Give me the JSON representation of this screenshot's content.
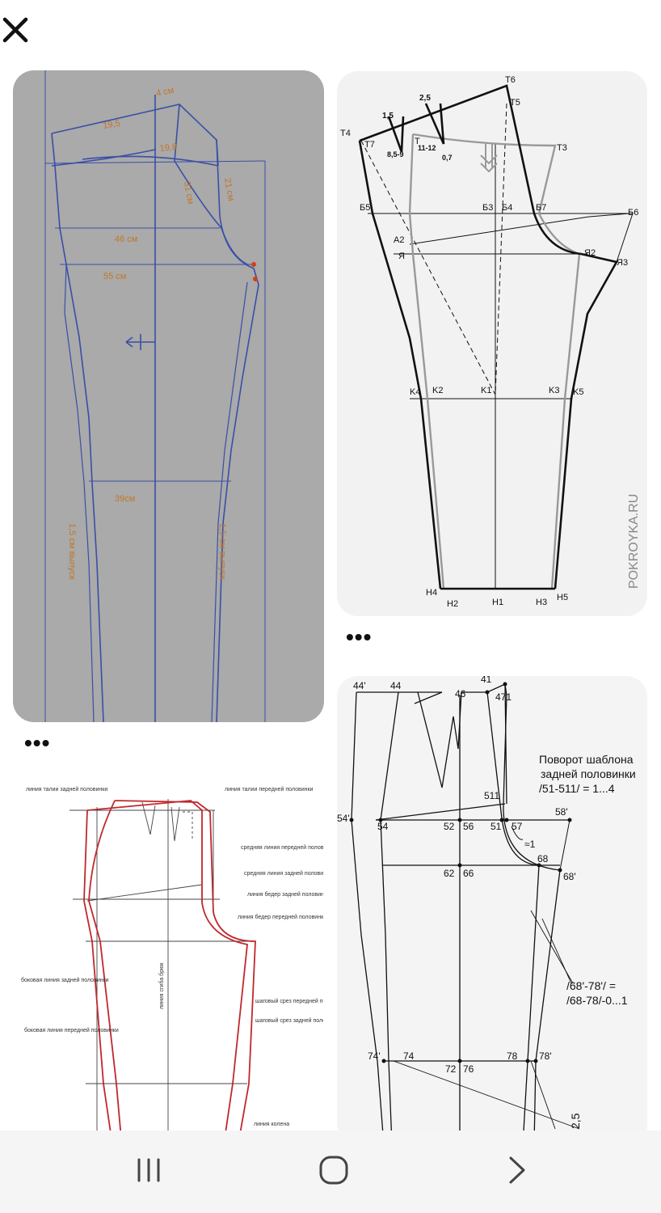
{
  "header": {
    "close_icon": "close-icon"
  },
  "card1": {
    "labels": [
      "4 см",
      "19,5",
      "19,8",
      "21 см",
      "31 см",
      "46 см",
      "55 см",
      "39см",
      "1,5 см выпуск",
      "1,5 см выпуск"
    ]
  },
  "card2": {
    "watermark": "POKROYKA.RU",
    "labels": {
      "t6": "T6",
      "t5": "T5",
      "t4": "T4",
      "t7": "T7",
      "t": "T",
      "t3": "T3",
      "d15": "1,5",
      "d25": "2,5",
      "r859": "8,5-9",
      "r1112": "11-12",
      "d07": "0,7",
      "b5": "Б5",
      "b3": "Б3",
      "b4": "Б4",
      "b7": "Б7",
      "b6": "Б6",
      "a2": "A2",
      "ya": "Я",
      "ya2": "Я2",
      "ya3": "Я3",
      "k4": "K4",
      "k2": "K2",
      "k1": "K1",
      "k3": "K3",
      "k5": "K5",
      "h4": "H4",
      "h2": "H2",
      "h1": "H1",
      "h3": "H3",
      "h5": "H5"
    }
  },
  "more_label": "•••",
  "card3": {
    "labels": {
      "waist_back": "линия талии задней половинки",
      "waist_front": "линия талии передней половинки",
      "mid_front": "средняя линия передней половинки",
      "mid_back": "средняя линия задней половинки",
      "hip_back": "линия бедер задней половинки",
      "hip_front": "линия бедер передней половинки",
      "side_back": "боковая линия задней половинки",
      "side_front": "боковая линия передней половинки",
      "step_front": "шаговый срез передней половинки",
      "step_back": "шаговый срез задней половинки",
      "crease": "линия сгиба брюк",
      "knee": "линия колена"
    }
  },
  "card4": {
    "labels": {
      "p44a": "44'",
      "p44": "44",
      "p41": "41",
      "p46": "46",
      "p471": "471",
      "p511": "511",
      "p54a": "54'",
      "p54": "54",
      "p52": "52",
      "p56": "56",
      "p51": "51",
      "p57": "57",
      "p58a": "58'",
      "p62": "62",
      "p66": "66",
      "p68": "68",
      "p68a": "68'",
      "approx": "≈1",
      "p74a": "74'",
      "p74": "74",
      "p72": "72",
      "p76": "76",
      "p78": "78",
      "p78a": "78'"
    },
    "note1": "Поворот шаблона",
    "note2": "задней половинки",
    "note3": "/51-511/ = 1...4",
    "note4": "/68'-78'/ =",
    "note5": "/68-78/-0...1",
    "side_text": "2,5"
  },
  "navbar": {
    "recent_icon": "recent-apps-icon",
    "home_icon": "home-icon",
    "back_icon": "back-icon"
  },
  "colors": {
    "card1_bg": "#a9aaa9",
    "card1_line": "#3a4ea8",
    "card1_text": "#c4752a",
    "card3_red": "#c0282c",
    "navbar_bg": "#f5f5f5"
  }
}
